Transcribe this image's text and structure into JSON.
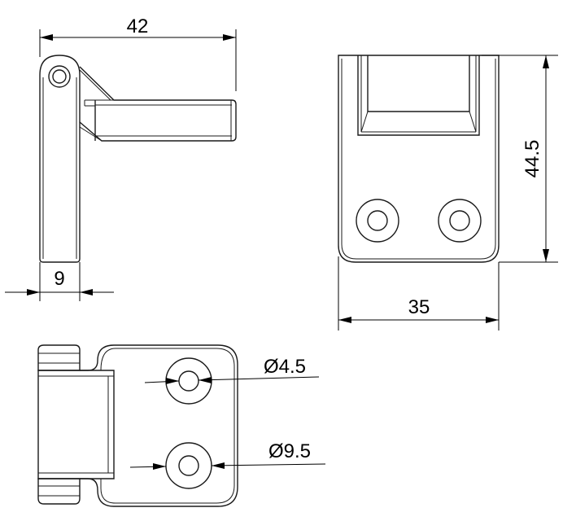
{
  "dimensions": {
    "side_width": "42",
    "side_thickness": "9",
    "front_height": "44.5",
    "front_width": "35",
    "hole_small_dia": "Ø4.5",
    "hole_large_dia": "Ø9.5"
  }
}
